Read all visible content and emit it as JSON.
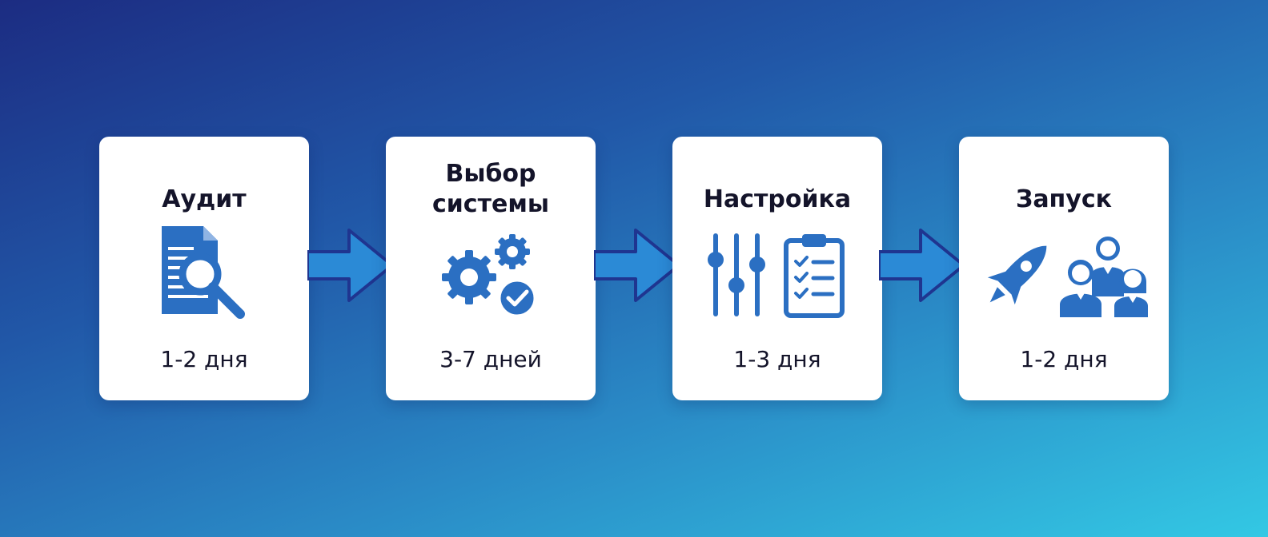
{
  "steps": [
    {
      "title": "Аудит",
      "duration": "1-2 дня",
      "icon": "document-search-icon"
    },
    {
      "title_line1": "Выбор",
      "title_line2": "системы",
      "duration": "3-7 дней",
      "icon": "gears-check-icon"
    },
    {
      "title": "Настройка",
      "duration": "1-3 дня",
      "icon": "sliders-checklist-icon"
    },
    {
      "title": "Запуск",
      "duration": "1-2 дня",
      "icon": "rocket-team-icon"
    }
  ],
  "colors": {
    "icon_blue": "#2b6fc2",
    "arrow_fill": "#2b8ad6",
    "arrow_stroke": "#1f3590",
    "text": "#14142a"
  }
}
